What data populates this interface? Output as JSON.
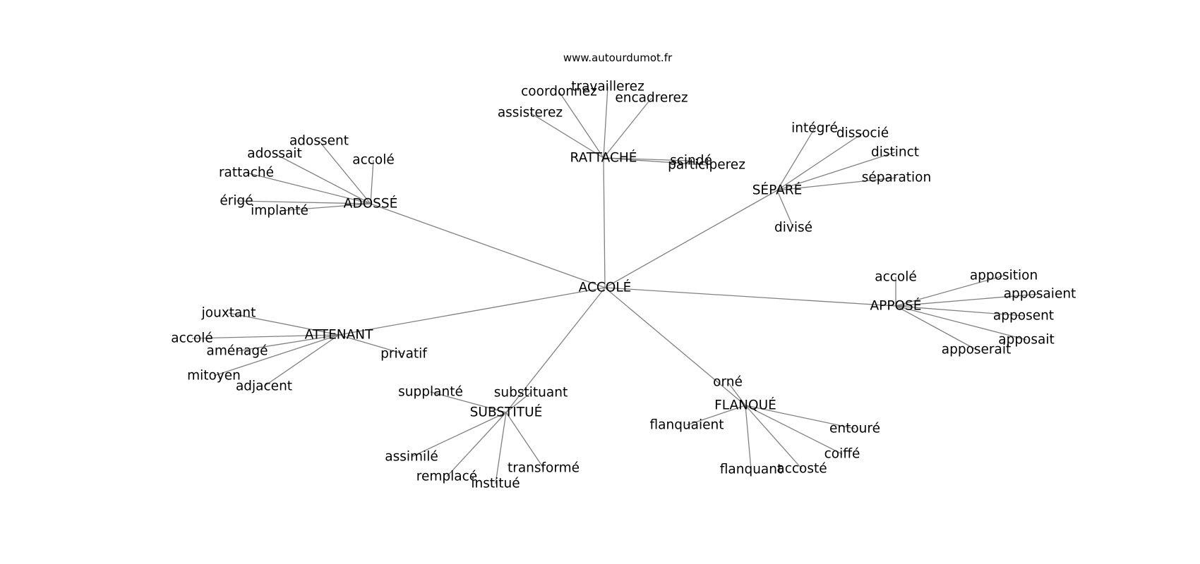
{
  "site": "www.autourdumot.fr",
  "graph": {
    "center": "ACCOLÉ",
    "clusters": [
      {
        "hub": "RATTACHÉ",
        "words": [
          "assisterez",
          "coordonnez",
          "travaillerez",
          "encadrerez",
          "scindé",
          "participerez"
        ]
      },
      {
        "hub": "SÉPARÉ",
        "words": [
          "intégré",
          "dissocié",
          "distinct",
          "séparation",
          "divisé"
        ]
      },
      {
        "hub": "ADOSSÉ",
        "words": [
          "adossent",
          "adossait",
          "accolé",
          "rattaché",
          "érigé",
          "implanté"
        ]
      },
      {
        "hub": "APPOSÉ",
        "words": [
          "accolé",
          "apposition",
          "apposaient",
          "apposent",
          "apposait",
          "apposerait"
        ]
      },
      {
        "hub": "ATTENANT",
        "words": [
          "jouxtant",
          "accolé",
          "aménagé",
          "mitoyen",
          "adjacent",
          "privatif"
        ]
      },
      {
        "hub": "SUBSTITUÉ",
        "words": [
          "supplanté",
          "substituant",
          "assimilé",
          "remplacé",
          "institué",
          "transformé"
        ]
      },
      {
        "hub": "FLANQUÉ",
        "words": [
          "orné",
          "flanquaient",
          "entouré",
          "coiffé",
          "flanquant",
          "accosté"
        ]
      }
    ]
  }
}
